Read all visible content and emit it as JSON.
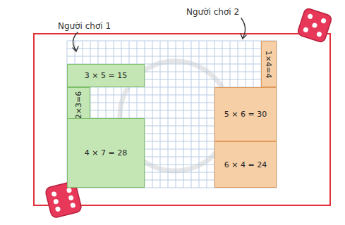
{
  "diagram": {
    "nodes": [
      {
        "text": [
          "3 × 5 = 15"
        ]
      },
      {
        "text": [
          "2×3=6"
        ]
      },
      {
        "text": [
          "4 × 7 = 28"
        ]
      },
      {
        "text": [
          "1×4=4"
        ]
      },
      {
        "text": [
          "5 × 6 = 30"
        ]
      },
      {
        "text": [
          "6 × 4 = 24"
        ]
      }
    ],
    "labels": [
      "Người chơi 1",
      "Người chơi 2"
    ]
  }
}
